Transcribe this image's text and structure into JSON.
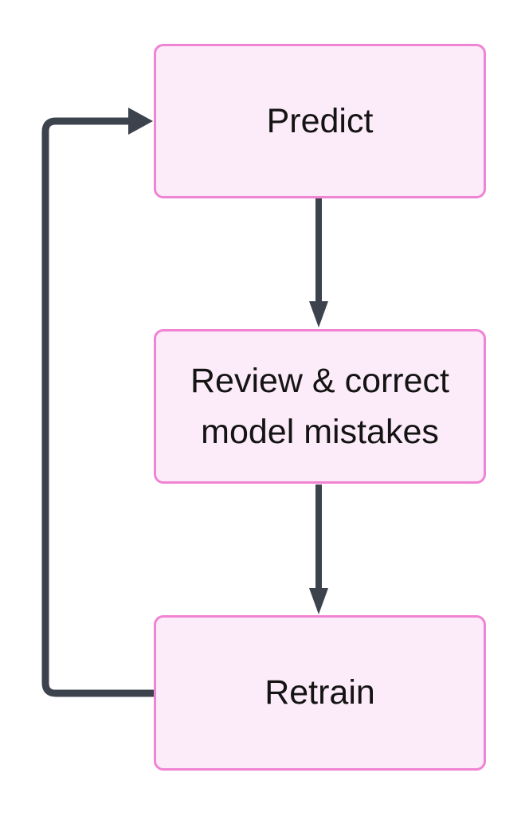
{
  "diagram": {
    "type": "flowchart",
    "direction": "top-down",
    "nodes": [
      {
        "id": "predict",
        "label": "Predict"
      },
      {
        "id": "review",
        "label": "Review & correct model mistakes"
      },
      {
        "id": "retrain",
        "label": "Retrain"
      }
    ],
    "edges": [
      {
        "from": "predict",
        "to": "review",
        "style": "arrow-down"
      },
      {
        "from": "review",
        "to": "retrain",
        "style": "arrow-down"
      },
      {
        "from": "retrain",
        "to": "predict",
        "style": "loop-left-arrow-right"
      }
    ],
    "colors": {
      "background": "#ffffff",
      "node_fill": "#fcebf8",
      "node_border": "#f083d3",
      "edge": "#3d434d",
      "text": "#141414"
    }
  }
}
